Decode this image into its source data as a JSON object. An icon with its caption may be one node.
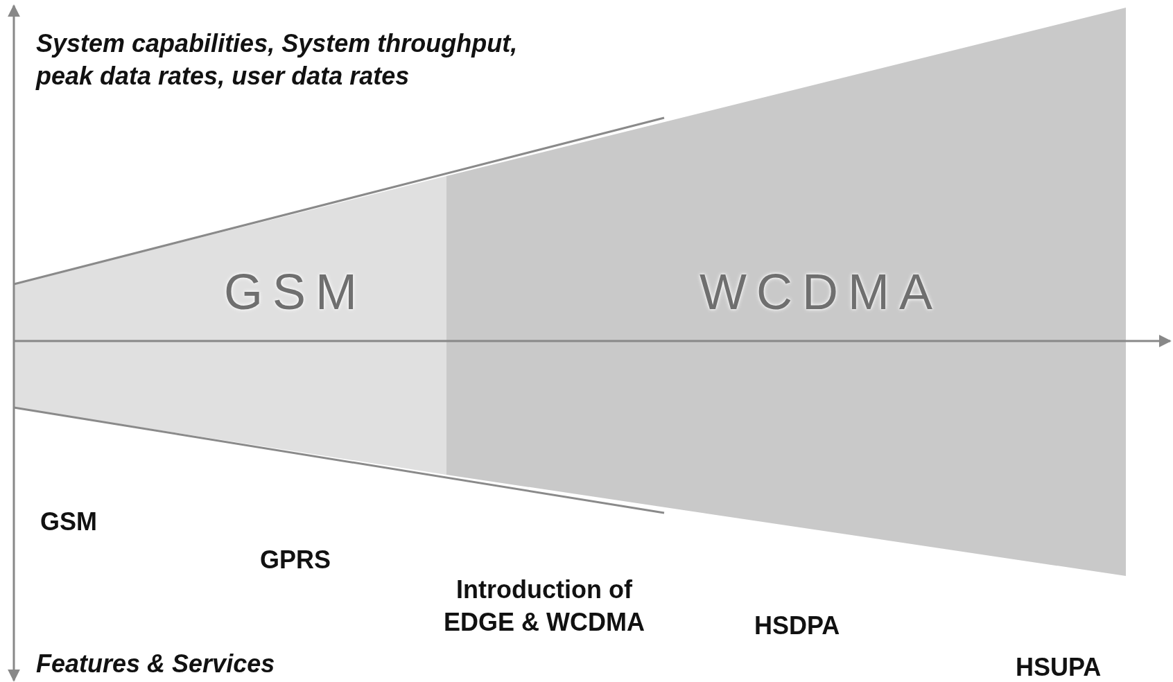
{
  "diagram": {
    "nodes": [
      {
        "text": [
          "GSM"
        ]
      },
      {
        "text": [
          "WCDMA"
        ]
      }
    ],
    "edges": [],
    "labels": [
      "System capabilities, System throughput, peak data rates, user data rates",
      "GSM",
      "GPRS",
      "Introduction of EDGE & WCDMA",
      "HSDPA",
      "Features & Services",
      "HSUPA"
    ]
  }
}
